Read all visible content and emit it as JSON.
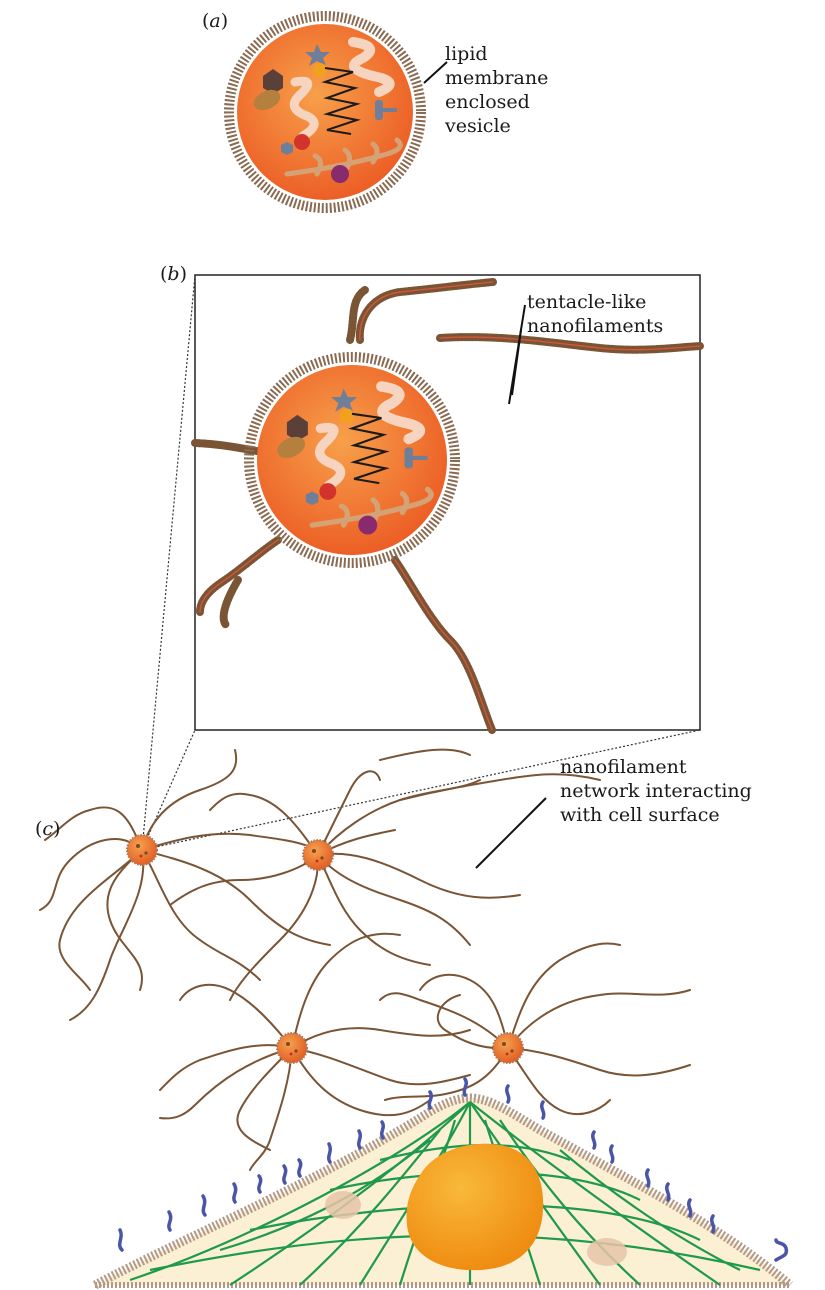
{
  "panels": {
    "a": {
      "tag": "a"
    },
    "b": {
      "tag": "b"
    },
    "c": {
      "tag": "c"
    }
  },
  "labels": {
    "vesicle": [
      "lipid",
      "membrane",
      "enclosed",
      "vesicle"
    ],
    "tentacles": [
      "tentacle-like",
      "nanofilaments"
    ],
    "network": [
      "nanofilament",
      "network interacting",
      "with cell surface"
    ]
  },
  "colors": {
    "vesicle_fill": "#f06a2e",
    "vesicle_core": "#f58a3c",
    "membrane": "#8a6a50",
    "filament": "#7a5535",
    "filament_core": "#d9553a",
    "cell_fill": "#fbefd4",
    "cell_membrane": "#b39a88",
    "cytoskeleton": "#1f9a4a",
    "nucleus": "#f4a21f",
    "receptor": "#4a55a8",
    "organelle": "#e6c4a8"
  },
  "icons": [
    "protein-hexagon-icon",
    "protein-star-icon",
    "rna-strand-icon",
    "dna-coil-icon",
    "lipid-oval-icon"
  ]
}
